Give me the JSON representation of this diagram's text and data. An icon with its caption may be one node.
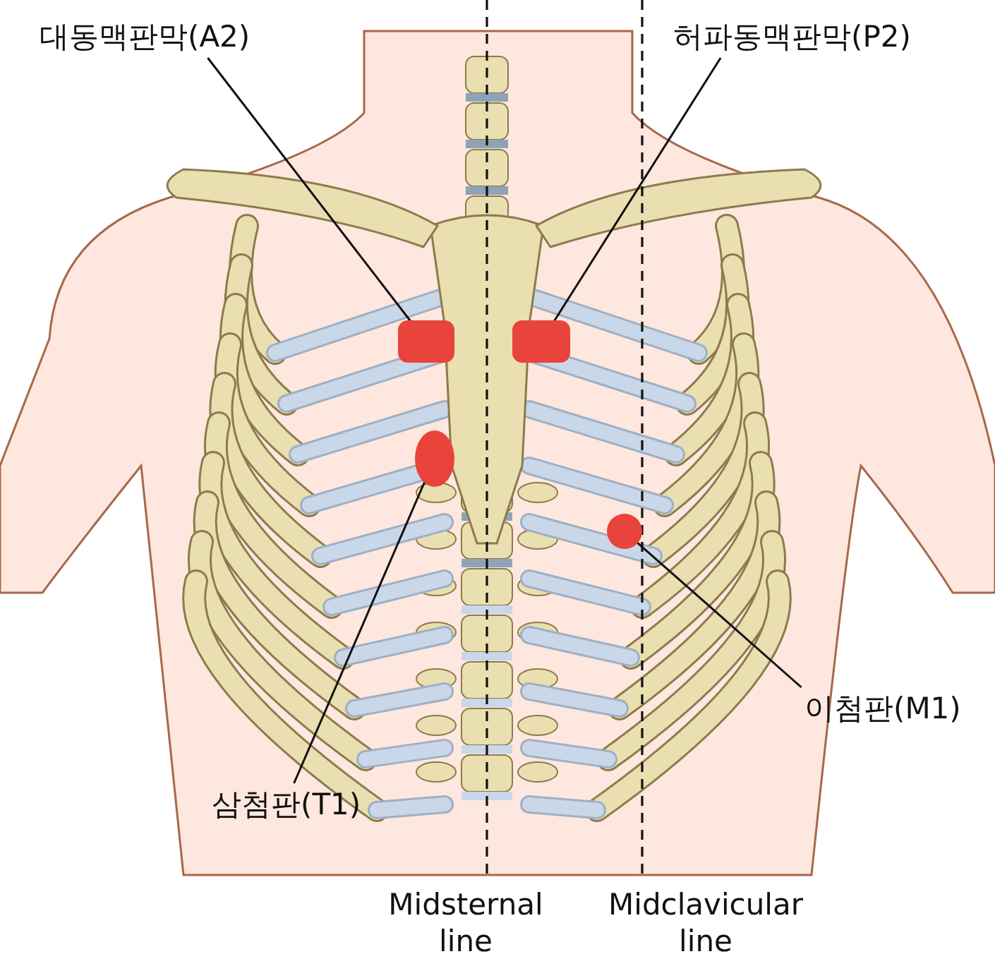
{
  "diagram": {
    "nodes": [
      {
        "text": [
          "대동맥판막(A2)"
        ]
      },
      {
        "text": [],
        "shape": "box"
      },
      {
        "text": [
          "허파동맥판막(P2)"
        ]
      },
      {
        "text": [],
        "shape": "box"
      },
      {
        "text": [
          "삼첨판(T1)"
        ]
      },
      {
        "text": [],
        "shape": "circle"
      },
      {
        "text": [
          "이첨판(M1)"
        ]
      },
      {
        "text": [],
        "shape": "circle"
      }
    ],
    "edges": [
      {
        "from": 0,
        "to": 1,
        "arrow": "none"
      },
      {
        "from": 2,
        "to": 3,
        "arrow": "none"
      },
      {
        "from": 4,
        "to": 5,
        "arrow": "none"
      },
      {
        "from": 6,
        "to": 7,
        "arrow": "none"
      }
    ],
    "labels": [
      "Midsternal line",
      "Midclavicular line"
    ]
  }
}
